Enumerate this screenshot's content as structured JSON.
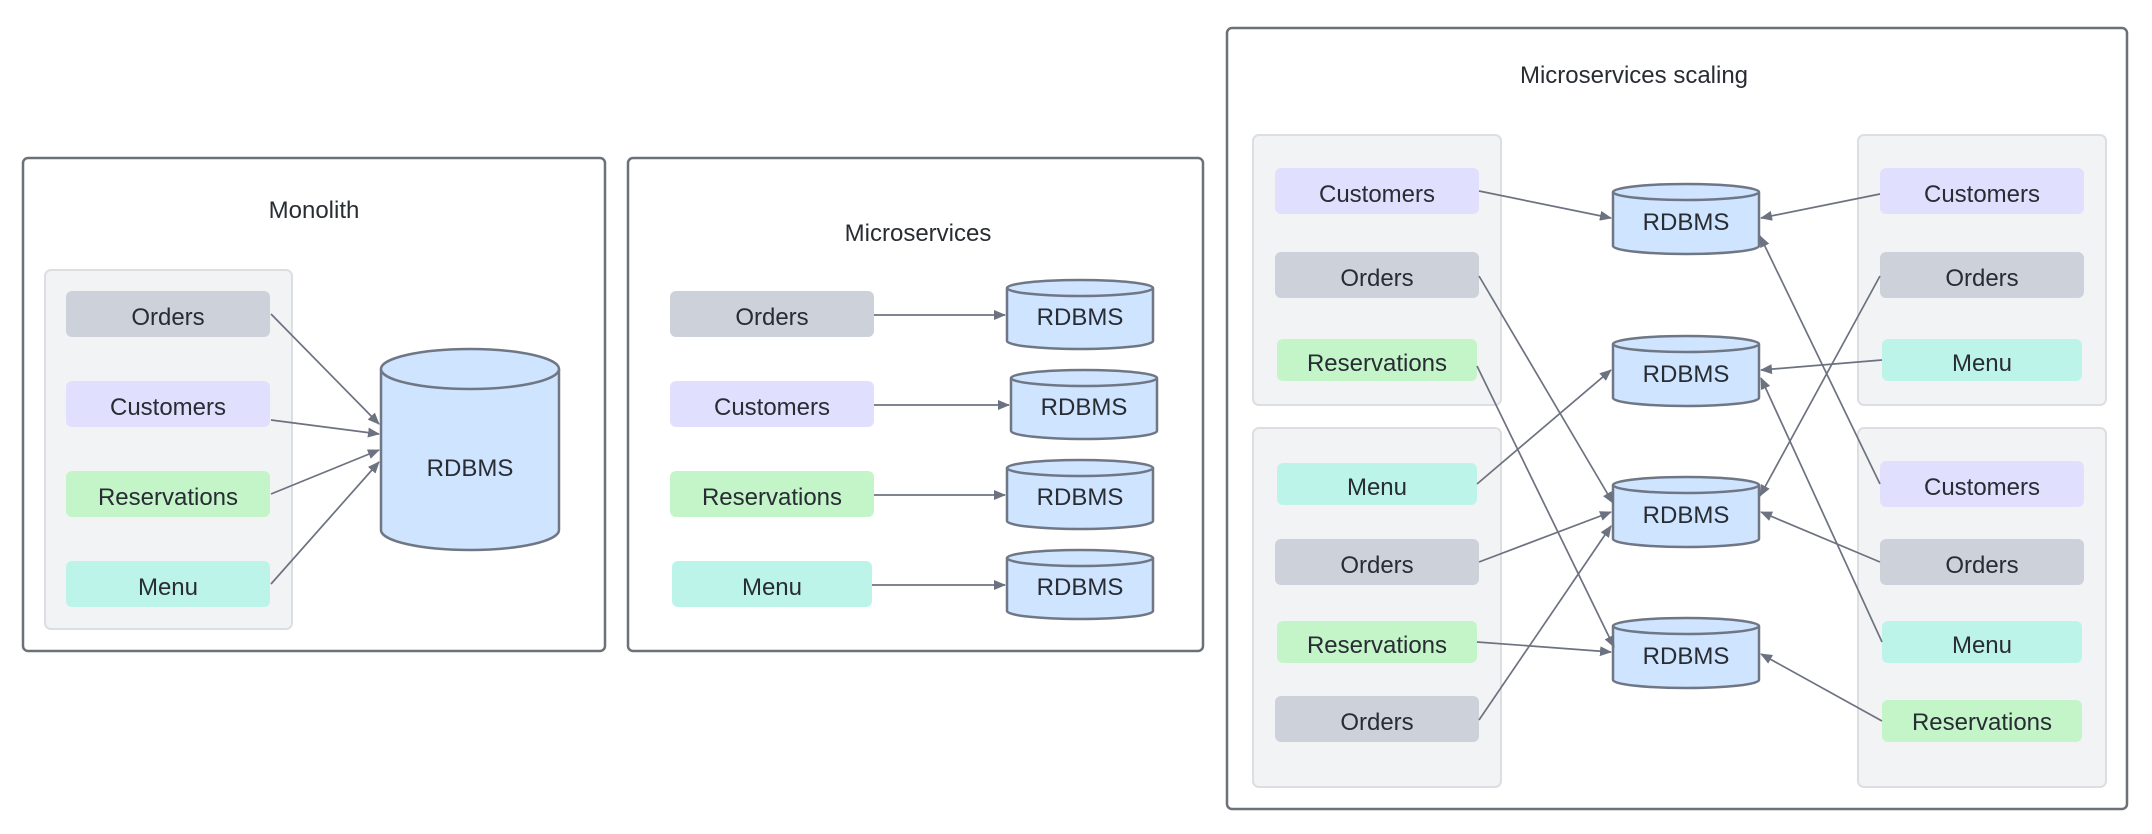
{
  "colors": {
    "orders": "#cdd2da",
    "customers": "#e0e0fe",
    "reservations": "#c3f5c9",
    "menu": "#bdf4ea",
    "database": "#cfe4ff",
    "frame_stroke": "#6c7078",
    "group_fill": "#f2f3f5",
    "arrow": "#6d7280"
  },
  "monolith": {
    "title": "Monolith",
    "services": [
      "Orders",
      "Customers",
      "Reservations",
      "Menu"
    ],
    "database": "RDBMS"
  },
  "microservices": {
    "title": "Microservices",
    "services": [
      "Orders",
      "Customers",
      "Reservations",
      "Menu"
    ],
    "databases": [
      "RDBMS",
      "RDBMS",
      "RDBMS",
      "RDBMS"
    ]
  },
  "scaling": {
    "title": "Microservices scaling",
    "left_top_group": [
      "Customers",
      "Orders",
      "Reservations"
    ],
    "left_bottom_group": [
      "Menu",
      "Orders",
      "Reservations",
      "Orders"
    ],
    "right_top_group": [
      "Customers",
      "Orders",
      "Menu"
    ],
    "right_bottom_group": [
      "Customers",
      "Orders",
      "Menu",
      "Reservations"
    ],
    "databases": [
      "RDBMS",
      "RDBMS",
      "RDBMS",
      "RDBMS"
    ]
  }
}
